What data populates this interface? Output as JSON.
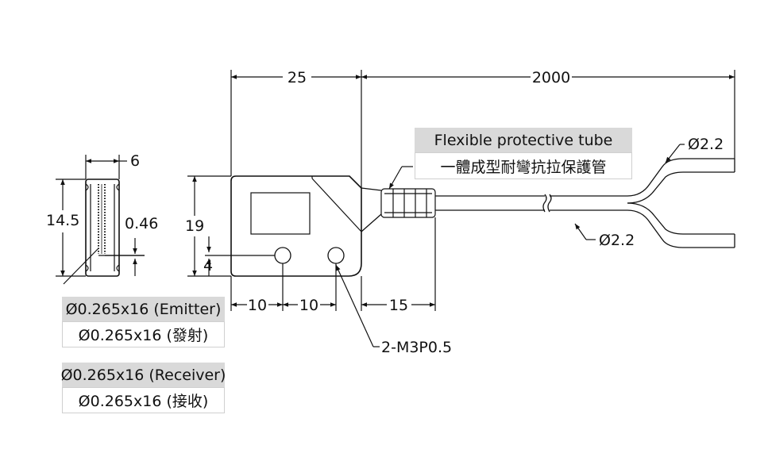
{
  "dimensions": {
    "body_length": "25",
    "cable_length": "2000",
    "side_width": "6",
    "side_height": "14.5",
    "fiber_dia": "0.46",
    "body_height": "19",
    "hole_offset": "4",
    "hole_pitch_1": "10",
    "hole_pitch_2": "10",
    "tube_length": "15",
    "cable_dia_top": "Ø2.2",
    "cable_dia_bottom": "Ø2.2"
  },
  "callouts": {
    "tube_en": "Flexible protective tube",
    "tube_zh": "一體成型耐彎抗拉保護管",
    "thread": "2-M3P0.5",
    "emitter_en": "Ø0.265x16 (Emitter)",
    "emitter_zh": "Ø0.265x16 (發射)",
    "receiver_en": "Ø0.265x16 (Receiver)",
    "receiver_zh": "Ø0.265x16 (接收)"
  }
}
